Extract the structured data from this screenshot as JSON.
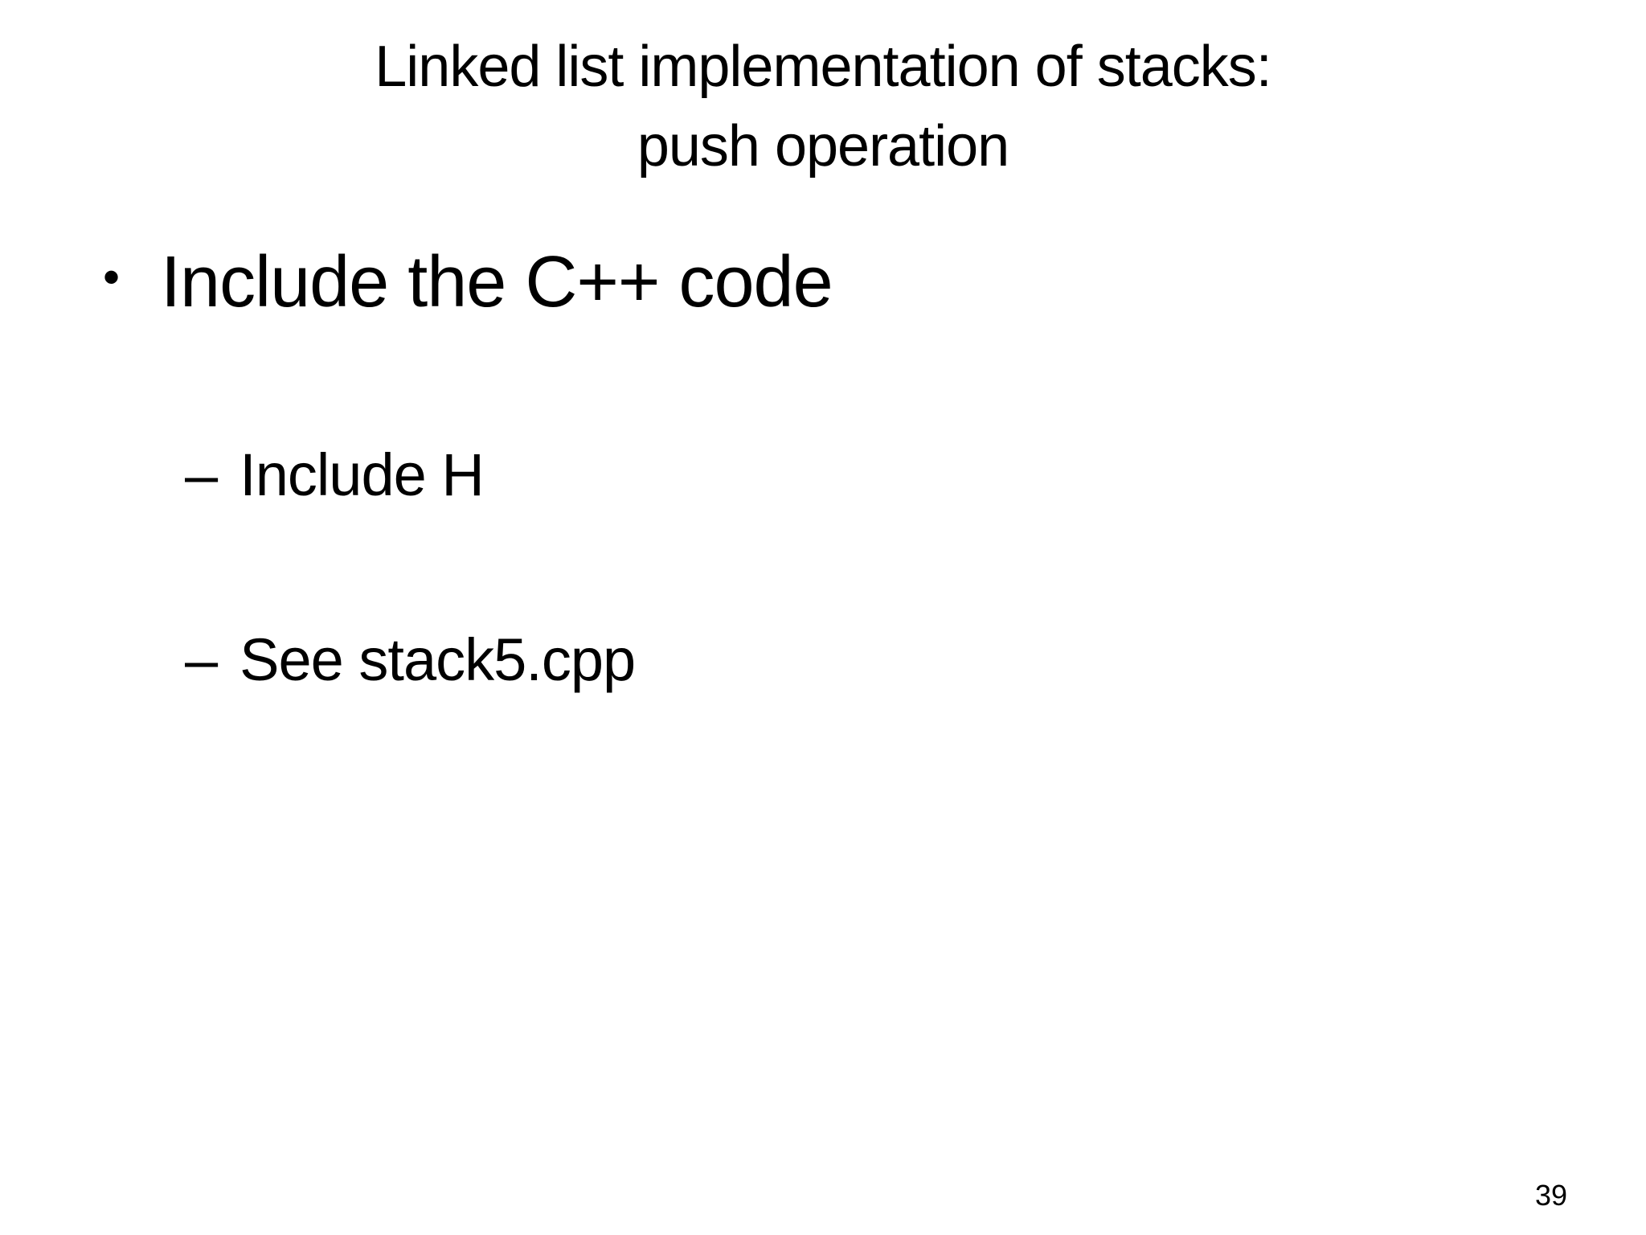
{
  "slide": {
    "title": {
      "line1": "Linked list implementation of stacks:",
      "line2": "push operation"
    },
    "bullets": [
      {
        "level": 1,
        "marker": "•",
        "text": "Include the C++ code"
      },
      {
        "level": 2,
        "marker": "–",
        "text": "Include H"
      },
      {
        "level": 2,
        "marker": "–",
        "text": "See stack5.cpp"
      }
    ],
    "page_number": "39",
    "colors": {
      "background": "#ffffff",
      "text": "#000000"
    }
  }
}
